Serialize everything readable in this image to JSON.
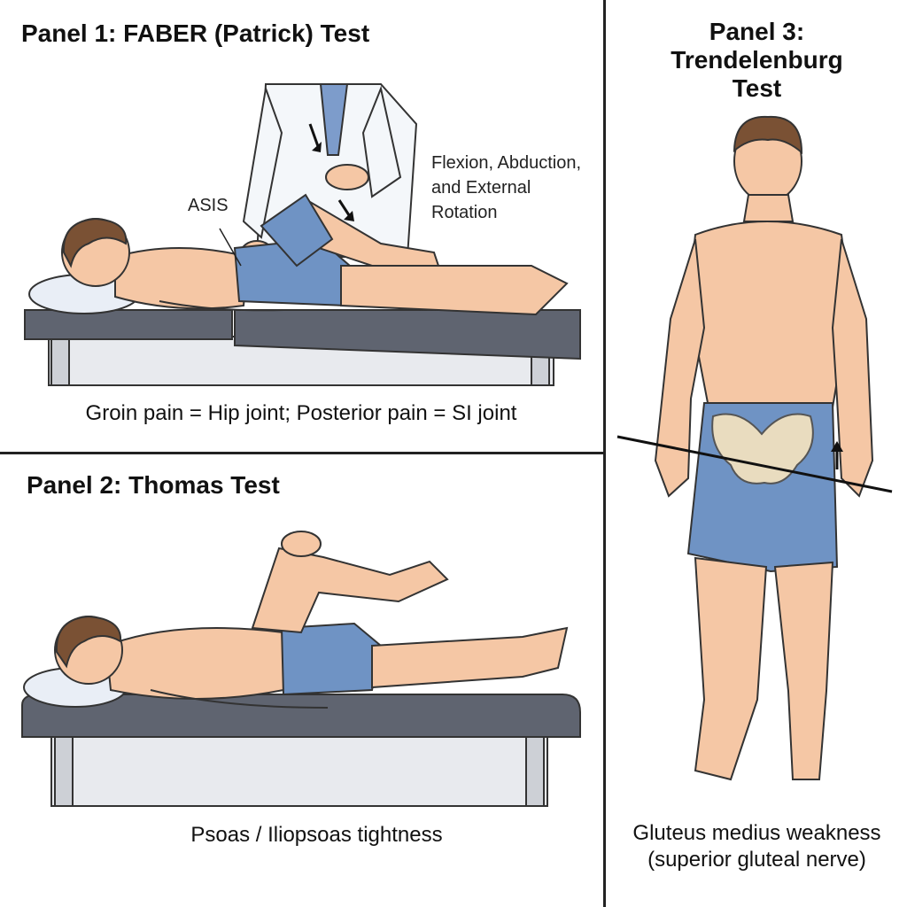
{
  "panels": [
    {
      "title": "Panel 1: FABER (Patrick) Test",
      "labels": {
        "asis": "ASIS",
        "motion": [
          "Flexion, Abduction,",
          "and External",
          "Rotation"
        ]
      },
      "caption": "Groin pain = Hip joint; Posterior pain = SI joint"
    },
    {
      "title": "Panel 2: Thomas Test",
      "caption": "Psoas / Iliopsoas tightness"
    },
    {
      "title": [
        "Panel 3:",
        "Trendelenburg",
        "Test"
      ],
      "caption": [
        "Gluteus medius weakness",
        "(superior gluteal nerve)"
      ]
    }
  ],
  "colors": {
    "skin": "#f5c7a5",
    "hair": "#7a5134",
    "shorts": "#6f93c4",
    "table": "#5f6470",
    "coat": "#f4f7fa",
    "scrubs": "#7d9ccb",
    "bone": "#e9dcbf"
  }
}
